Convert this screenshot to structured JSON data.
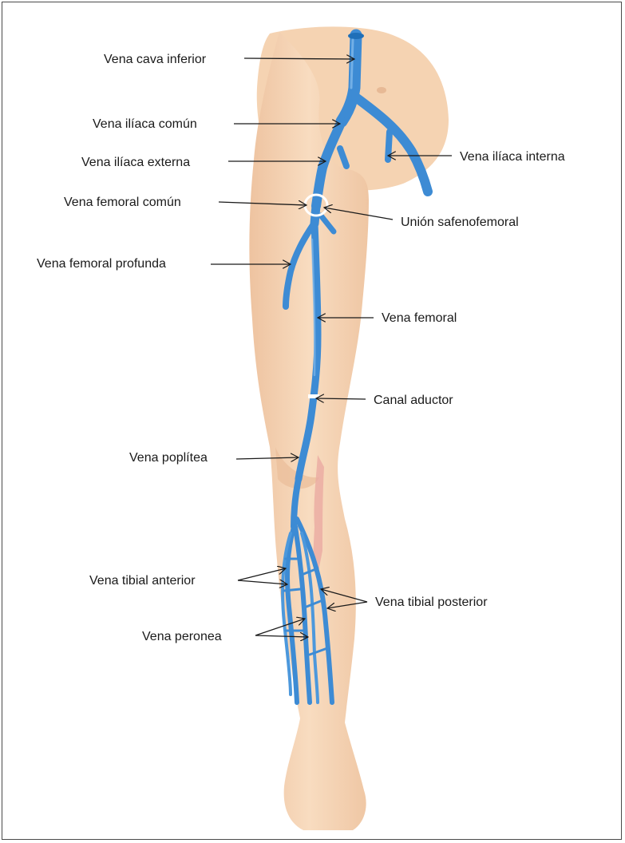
{
  "figure": {
    "labels": {
      "vena_cava_inferior": "Vena cava inferior",
      "vena_iliaca_comun": "Vena ilíaca común",
      "vena_iliaca_externa": "Vena ilíaca externa",
      "vena_iliaca_interna": "Vena ilíaca interna",
      "vena_femoral_comun": "Vena femoral común",
      "union_safenofemoral": "Unión safenofemoral",
      "vena_femoral_profunda": "Vena femoral profunda",
      "vena_femoral": "Vena femoral",
      "canal_aductor": "Canal aductor",
      "vena_poplitea": "Vena poplítea",
      "vena_tibial_anterior": "Vena tibial anterior",
      "vena_tibial_posterior": "Vena tibial posterior",
      "vena_peronea": "Vena peronea"
    },
    "colors": {
      "skin": "#f7d7b8",
      "skin_shadow": "#e9b994",
      "vein": "#3d8bd4",
      "vein_highlight": "#7fb8ea",
      "artery_hint": "#e9a7a0",
      "ring": "#ffffff",
      "line": "#1a1a1a"
    }
  }
}
